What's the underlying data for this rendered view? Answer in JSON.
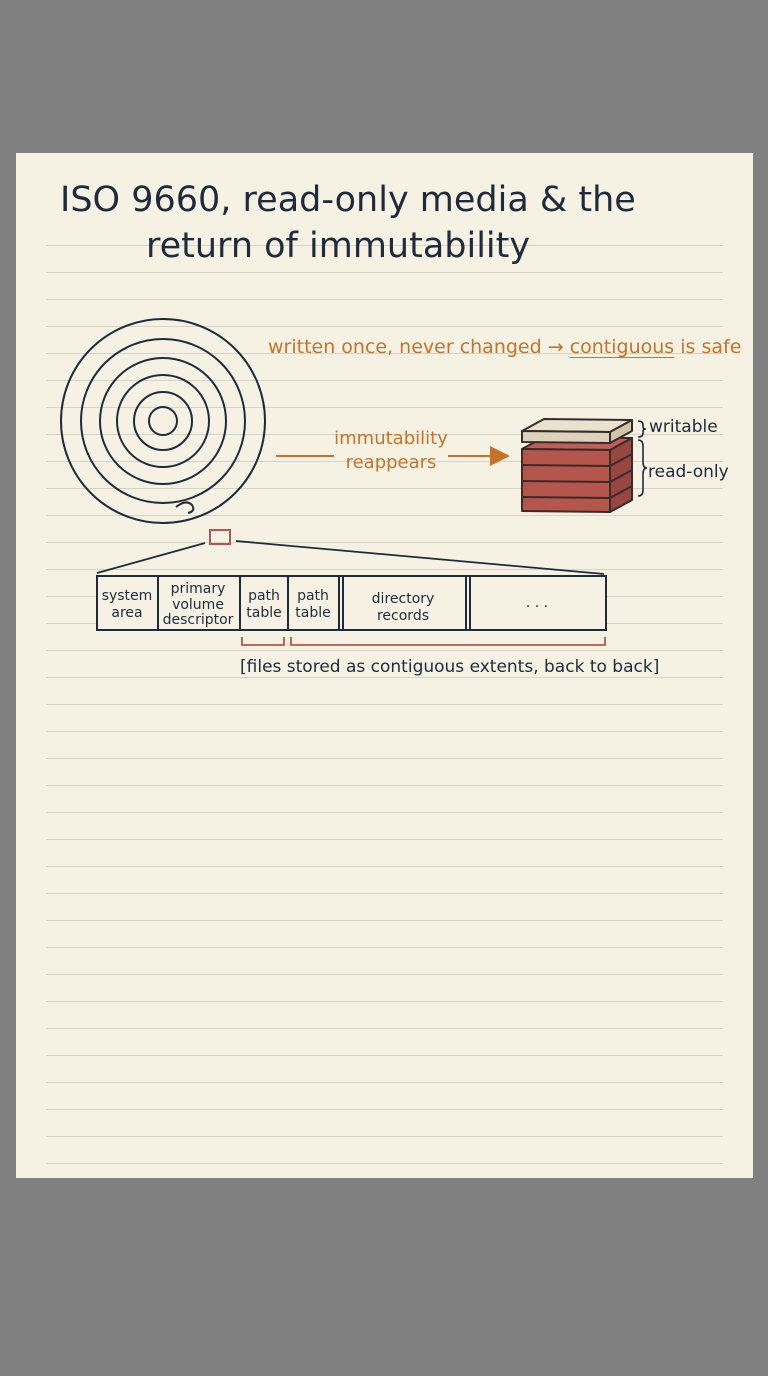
{
  "title": {
    "line1": "ISO 9660, read-only media & the",
    "line2": "return of immutability"
  },
  "annotations": {
    "top_prefix": "written once, never changed → ",
    "top_underlined": "contiguous",
    "top_suffix": " is safe",
    "middle_line1": "immutability",
    "middle_line2": "reappears"
  },
  "stack_labels": {
    "writable": "writable",
    "read_only": "read-only"
  },
  "disc_layout": {
    "segments": [
      {
        "line1": "system",
        "line2": "area",
        "line3": ""
      },
      {
        "line1": "primary",
        "line2": "volume",
        "line3": "descriptor"
      },
      {
        "line1": "path",
        "line2": "table",
        "line3": ""
      },
      {
        "line1": "path",
        "line2": "table",
        "line3": ""
      },
      {
        "line1": "directory",
        "line2": "records",
        "line3": ""
      },
      {
        "line1": ". . .",
        "line2": "",
        "line3": ""
      }
    ],
    "caption": "[files stored as contiguous extents, back to back]"
  },
  "colors": {
    "ink": "#1f2a3c",
    "accent_orange": "#c77327",
    "accent_red": "#b5564d",
    "paper": "#f5f2e4"
  }
}
